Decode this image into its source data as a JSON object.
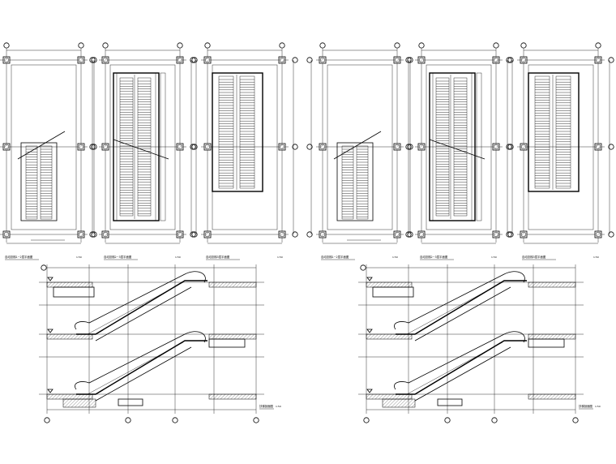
{
  "sheet": {
    "plans_left": [
      {
        "caption": "自动扶梯1~2层平面图",
        "scale": "1:50"
      },
      {
        "caption": "自动扶梯2~3层平面图",
        "scale": "1:50"
      },
      {
        "caption": "自动扶梯3层平面图",
        "scale": "1:50"
      }
    ],
    "plans_right": [
      {
        "caption": "自动扶梯1~2层平面图",
        "scale": "1:50"
      },
      {
        "caption": "自动扶梯2~3层平面图",
        "scale": "1:50"
      },
      {
        "caption": "自动扶梯3层平面图",
        "scale": "1:50"
      }
    ],
    "sections": [
      {
        "caption": "扶梯剖面图",
        "scale": "1:50"
      },
      {
        "caption": "扶梯剖面图",
        "scale": "1:50"
      }
    ]
  },
  "icons": {
    "axis_bubble": "axis-bubble-icon",
    "column": "structural-column-icon",
    "elevation_marker": "elevation-marker-icon"
  },
  "colors": {
    "line": "#000000",
    "background": "#ffffff"
  }
}
